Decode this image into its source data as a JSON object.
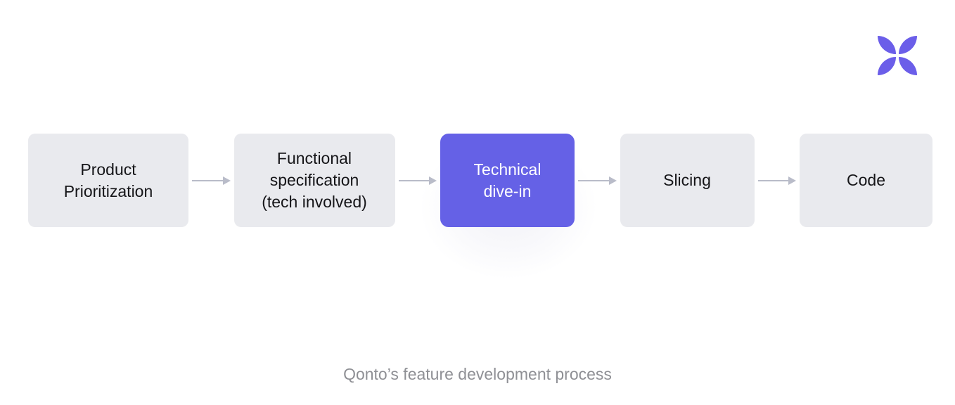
{
  "logo": {
    "brand": "Qonto",
    "petal_color": "#6b5ee9",
    "petal_count": 4
  },
  "flow": {
    "steps": [
      {
        "label": "Product\nPrioritization",
        "highlighted": false
      },
      {
        "label": "Functional\nspecification\n(tech involved)",
        "highlighted": false
      },
      {
        "label": "Technical\ndive-in",
        "highlighted": true
      },
      {
        "label": "Slicing",
        "highlighted": false
      },
      {
        "label": "Code",
        "highlighted": false
      }
    ],
    "arrow_color": "#b9bcc9",
    "node_background": "#e9eaee",
    "node_text_color": "#151518",
    "highlight_background": "#6561e6",
    "highlight_text_color": "#ffffff"
  },
  "caption": {
    "text": "Qonto’s feature development process",
    "color": "#8f9095"
  }
}
